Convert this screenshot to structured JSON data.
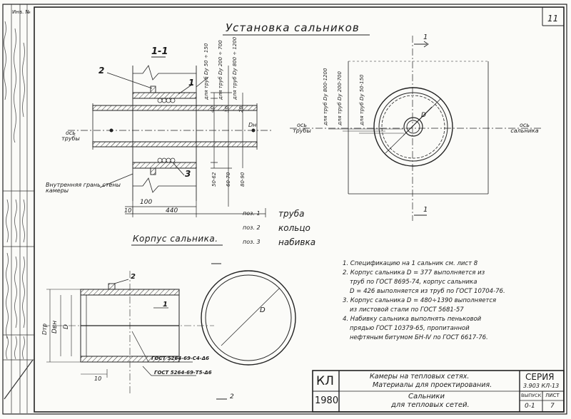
{
  "sheet_number": "11",
  "title": "Установка сальников",
  "section_label": "1-1",
  "marker_1": "1",
  "marker_2": "2",
  "marker_3": "3",
  "axis_pipe": "ось трубы",
  "axis_pipe_right": "ось трубы",
  "axis_gland": "ось сальника",
  "inner_wall": "Внутренняя грань стены камеры",
  "dim_100": "100",
  "dim_440": "440",
  "dim_10": "10",
  "dim_D": "D",
  "dim_Dн": "Dн",
  "dim_Dвн": "Dвн",
  "dim_Dтр": "Dтр",
  "leader_ranges": [
    "для труб Dу 50 ÷ 150",
    "для труб Dу 200 ÷ 700",
    "для труб Dу 800 ÷ 1200"
  ],
  "right_ranges": [
    "для труб Dу 800-1200",
    "для труб Dу 200-700",
    "для труб Dу 50-150"
  ],
  "vertical_dims": [
    "40",
    "30",
    "20",
    "50-62",
    "60-70",
    "80-90"
  ],
  "positions": [
    {
      "label": "поз. 1",
      "name": "труба"
    },
    {
      "label": "поз. 2",
      "name": "кольцо"
    },
    {
      "label": "поз. 3",
      "name": "набивка"
    }
  ],
  "body_title": "Корпус сальника.",
  "gost_1": "ГОСТ 5264-69-С4-Δ6",
  "gost_2": "ГОСТ 5264-69-Т5-Δ6",
  "notes": [
    "1. Спецификацию на 1 сальник см. лист 8",
    "2. Корпус сальника D = 377 выполняется из",
    "труб по ГОСТ 8695-74, корпус сальника",
    "D = 426 выполняется из труб по ГОСТ 10704-76.",
    "3. Корпус сальника D = 480÷1390 выполняется",
    "из листовой стали по ГОСТ 5681-57",
    "4. Набивку сальника выполнять пеньковой",
    "прядью ГОСТ 10379-65, пропитанной",
    "нефтяным битумом БН-Ⅳ по ГОСТ 6617-76."
  ],
  "stamp": {
    "kl": "КЛ",
    "year": "1980",
    "line1": "Камеры на тепловых сетях.",
    "line2": "Материалы для проектирования.",
    "line3": "Сальники",
    "line4": "для тепловых сетей.",
    "series_label": "СЕРИЯ",
    "series_value": "3.903 КЛ-13",
    "issue_label": "ВЫПУСК",
    "sheet_label": "ЛИСТ",
    "issue_value": "0-1",
    "sheet_value": "7"
  },
  "inv_label": "Инв. №"
}
